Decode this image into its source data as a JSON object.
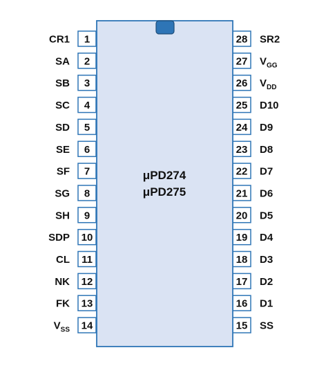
{
  "chip": {
    "names": [
      "μPD274",
      "μPD275"
    ],
    "colors": {
      "body_fill": "#dae3f3",
      "outline": "#2e75b6",
      "notch": "#2e75b6"
    }
  },
  "pins": {
    "left": [
      {
        "num": "1",
        "label": "CR1"
      },
      {
        "num": "2",
        "label": "SA"
      },
      {
        "num": "3",
        "label": "SB"
      },
      {
        "num": "4",
        "label": "SC"
      },
      {
        "num": "5",
        "label": "SD"
      },
      {
        "num": "6",
        "label": "SE"
      },
      {
        "num": "7",
        "label": "SF"
      },
      {
        "num": "8",
        "label": "SG"
      },
      {
        "num": "9",
        "label": "SH"
      },
      {
        "num": "10",
        "label": "SDP"
      },
      {
        "num": "11",
        "label": "CL"
      },
      {
        "num": "12",
        "label": "NK"
      },
      {
        "num": "13",
        "label": "FK"
      },
      {
        "num": "14",
        "label": "V",
        "sub": "SS"
      }
    ],
    "right": [
      {
        "num": "28",
        "label": "SR2"
      },
      {
        "num": "27",
        "label": "V",
        "sub": "GG"
      },
      {
        "num": "26",
        "label": "V",
        "sub": "DD"
      },
      {
        "num": "25",
        "label": "D10"
      },
      {
        "num": "24",
        "label": "D9"
      },
      {
        "num": "23",
        "label": "D8"
      },
      {
        "num": "22",
        "label": "D7"
      },
      {
        "num": "21",
        "label": "D6"
      },
      {
        "num": "20",
        "label": "D5"
      },
      {
        "num": "19",
        "label": "D4"
      },
      {
        "num": "18",
        "label": "D3"
      },
      {
        "num": "17",
        "label": "D2"
      },
      {
        "num": "16",
        "label": "D1"
      },
      {
        "num": "15",
        "label": "SS"
      }
    ]
  }
}
